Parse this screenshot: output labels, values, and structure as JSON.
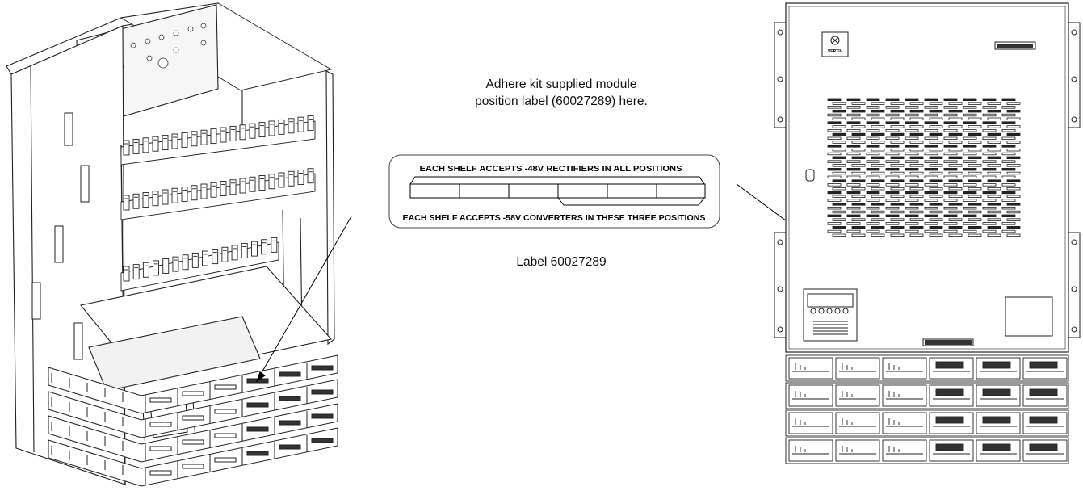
{
  "callout": {
    "line1": "Adhere kit supplied module",
    "line2": "position label (60027289) here."
  },
  "label_graphic": {
    "top_text": "EACH SHELF ACCEPTS -48V RECTIFIERS IN ALL POSITIONS",
    "bottom_text": "EACH SHELF ACCEPTS -58V CONVERTERS IN THESE THREE POSITIONS",
    "positions": 6,
    "caption": "Label 60027289"
  },
  "front_view": {
    "logo_text": "VERTIV"
  }
}
